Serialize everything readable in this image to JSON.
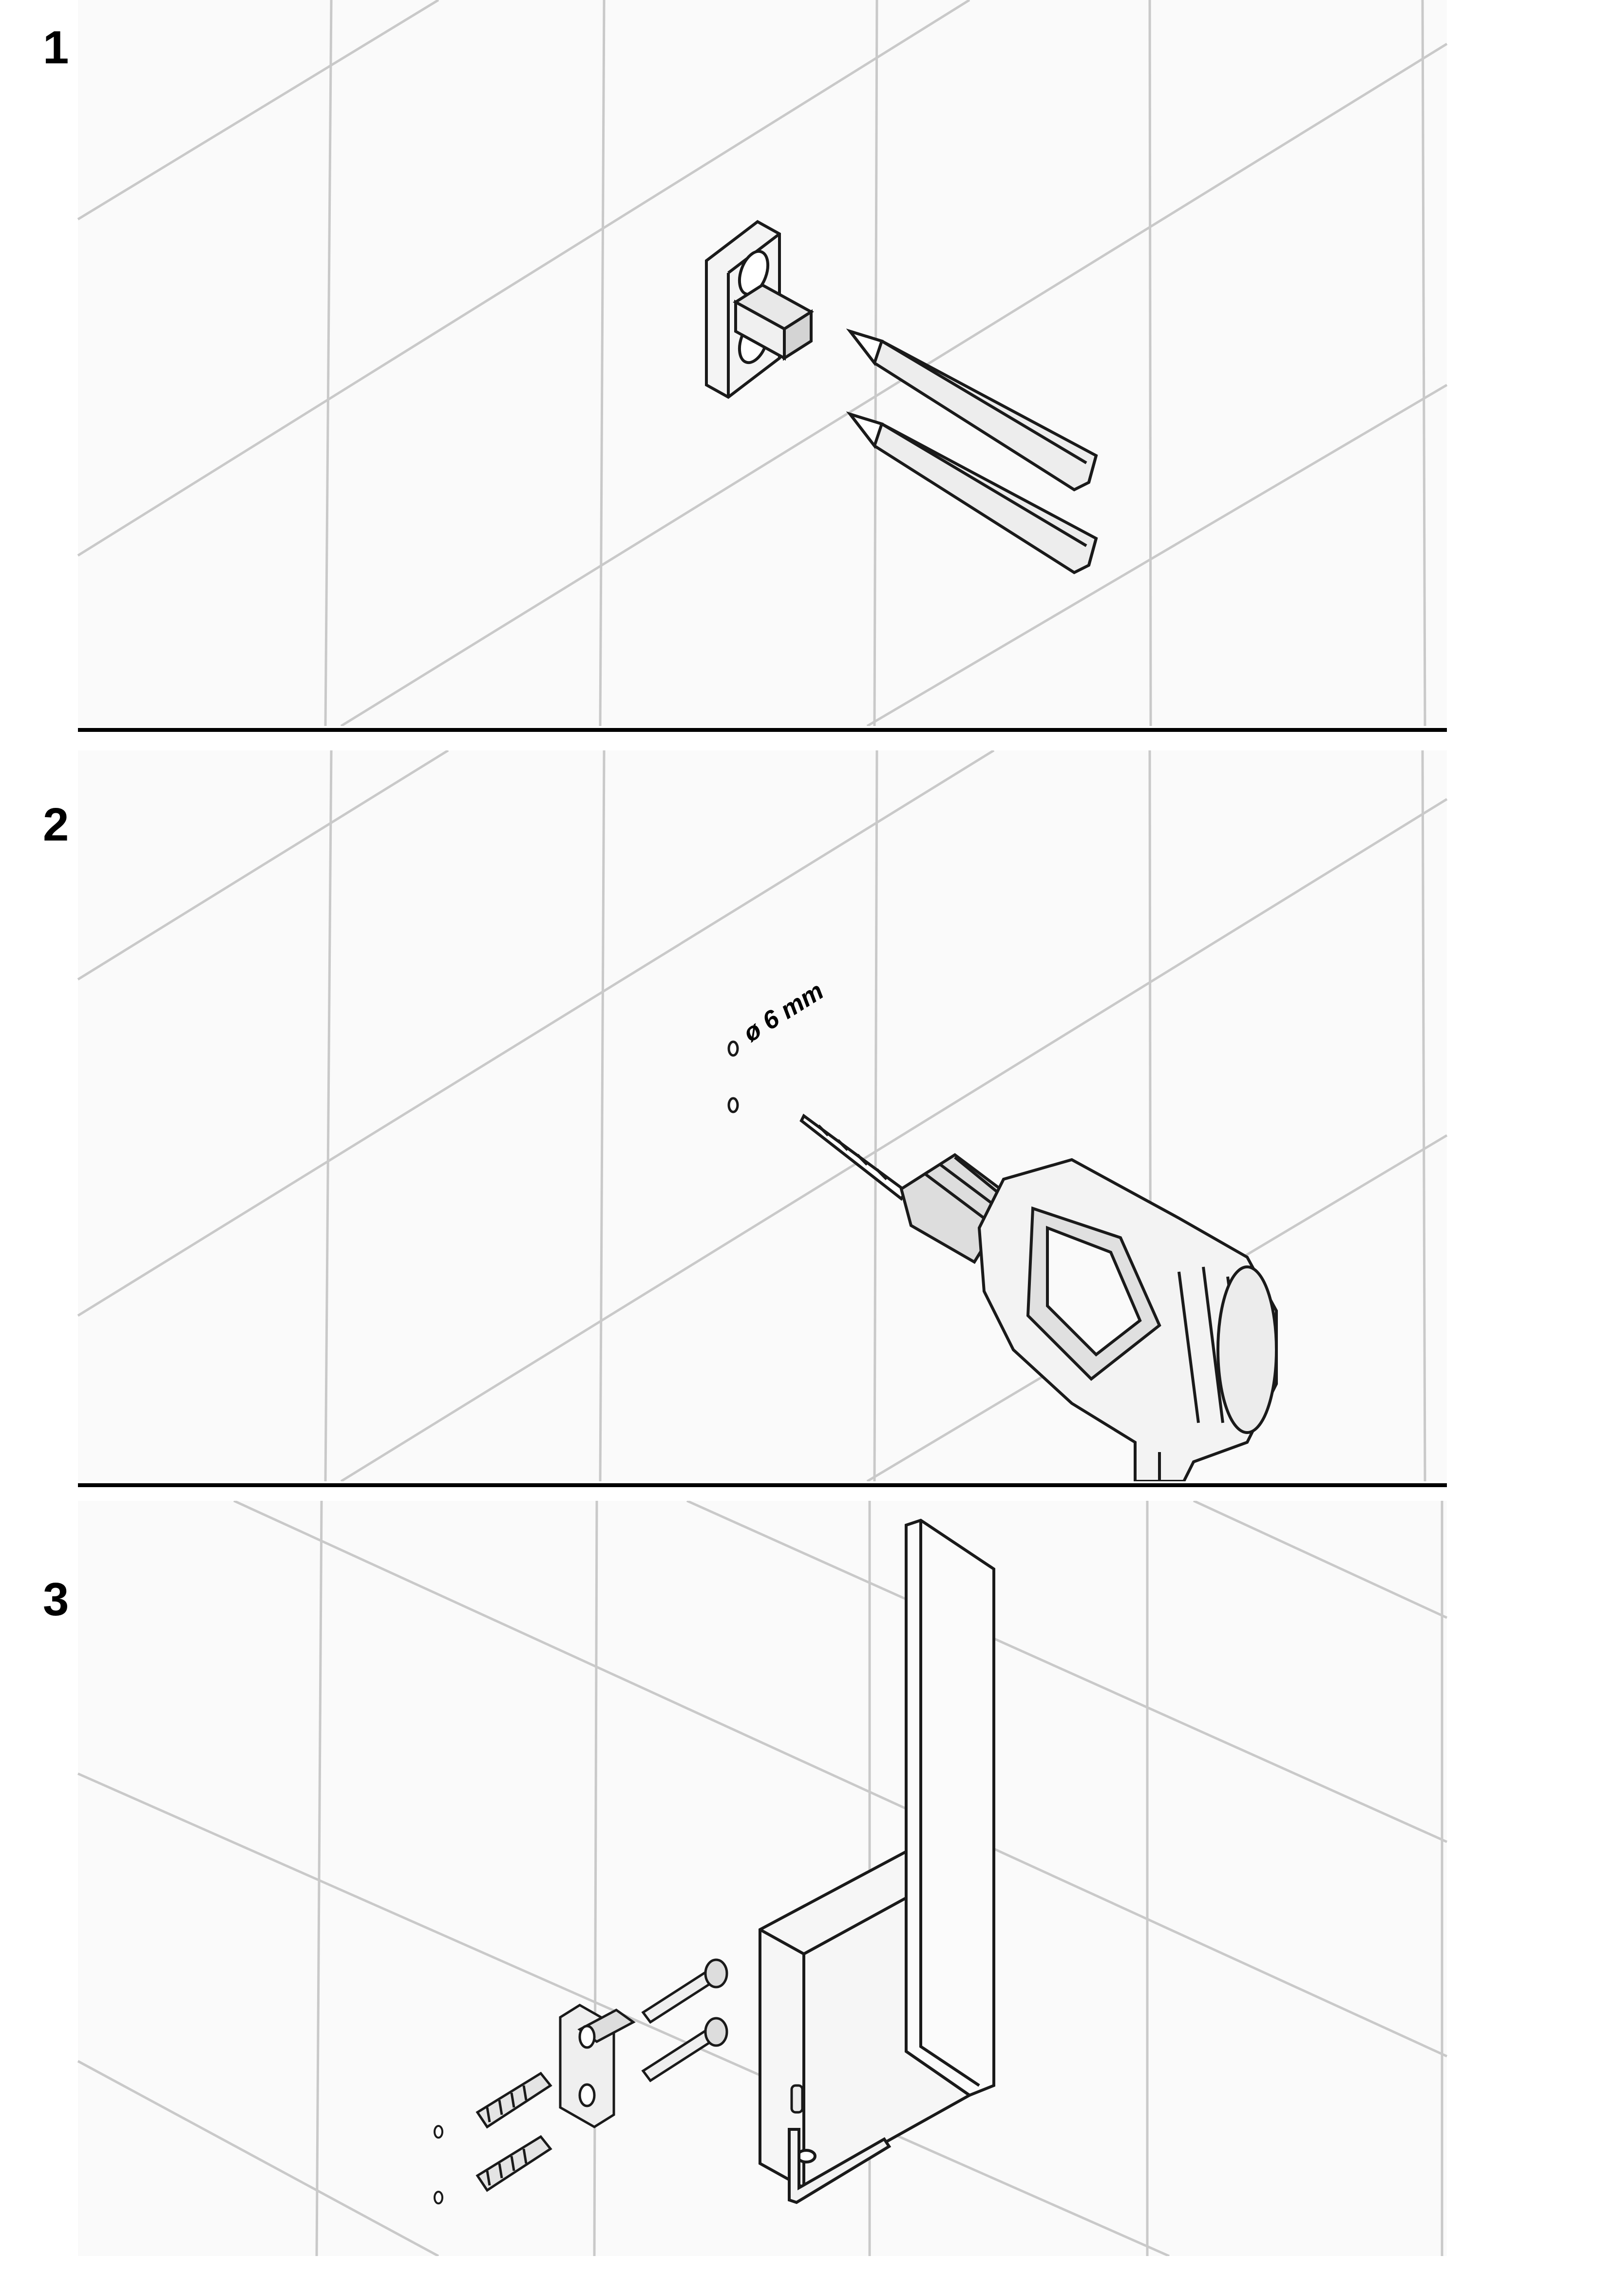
{
  "steps": [
    {
      "number": "1",
      "description_items": [
        "wall-bracket",
        "pencil",
        "pencil"
      ]
    },
    {
      "number": "2",
      "drill_size": "ø 6 mm"
    },
    {
      "number": "3"
    }
  ],
  "colors": {
    "tile_line": "#c9c9c9",
    "tile_bg": "#fafafa",
    "ink": "#1a1a1a",
    "divider": "#000000"
  },
  "icons": [
    "wall-bracket-icon",
    "pencil-icon",
    "drill-icon",
    "wall-plug-icon",
    "screw-icon",
    "hex-key-icon",
    "grub-screw-icon",
    "towel-holder-icon"
  ]
}
